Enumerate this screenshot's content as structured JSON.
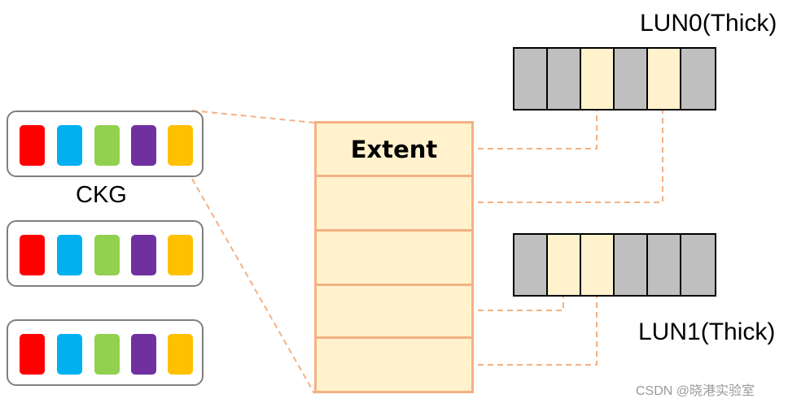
{
  "ckg_label": "CKG",
  "extent_title": "Extent",
  "lun0_label": "LUN0(Thick)",
  "lun1_label": "LUN1(Thick)",
  "watermark": "CSDN @晓港实验室",
  "colors": {
    "disks": [
      "#ff0000",
      "#00b0f0",
      "#92d050",
      "#7030a0",
      "#ffc000"
    ],
    "extent_fill": "#fff2cc",
    "extent_border": "#f4b183",
    "lun_gray": "#bfbfbf",
    "lun_used": "#fff2cc",
    "ckg_border": "#7f7f7f"
  },
  "ckg_groups": [
    {
      "disks": [
        "red",
        "blue",
        "green",
        "purple",
        "yellow"
      ]
    },
    {
      "disks": [
        "red",
        "blue",
        "green",
        "purple",
        "yellow"
      ]
    },
    {
      "disks": [
        "red",
        "blue",
        "green",
        "purple",
        "yellow"
      ]
    }
  ],
  "extent_rows": 5,
  "lun0_cells": [
    "gray",
    "gray",
    "used",
    "gray",
    "used",
    "gray"
  ],
  "lun1_cells": [
    "gray",
    "used",
    "used",
    "gray",
    "gray",
    "gray"
  ]
}
